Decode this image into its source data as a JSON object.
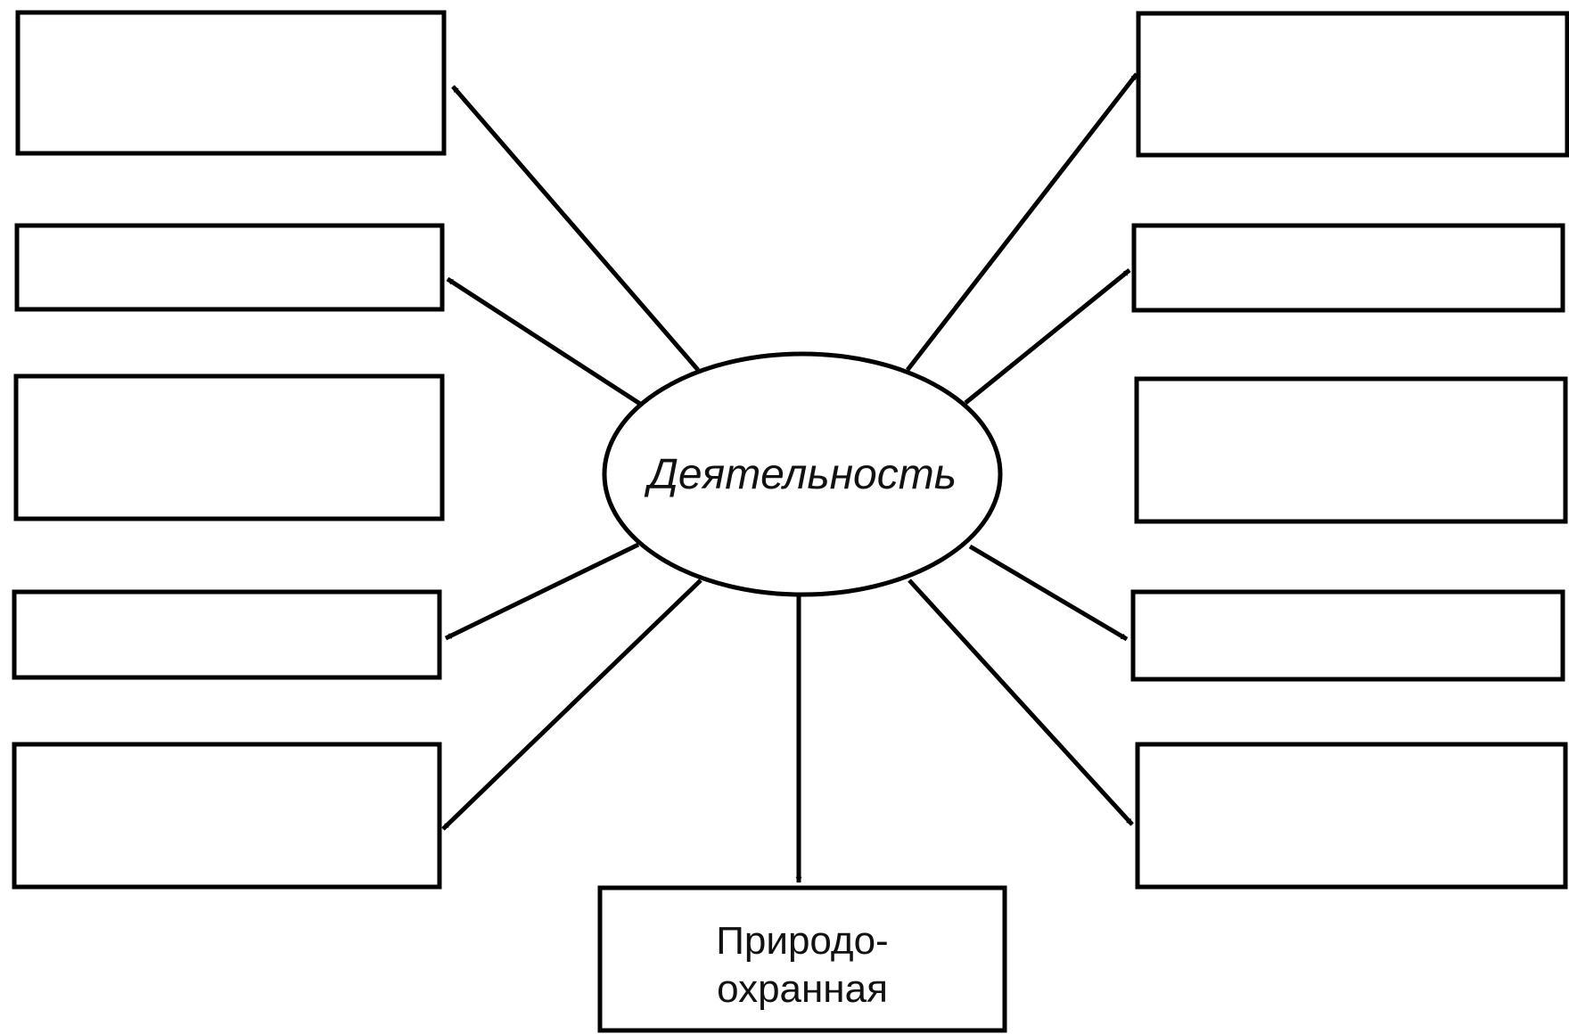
{
  "center": {
    "label": "Деятельность"
  },
  "bottom_box": {
    "line1": "Природо-",
    "line2": "охранная"
  },
  "left_boxes": [
    {
      "label": ""
    },
    {
      "label": ""
    },
    {
      "label": ""
    },
    {
      "label": ""
    },
    {
      "label": ""
    }
  ],
  "right_boxes": [
    {
      "label": ""
    },
    {
      "label": ""
    },
    {
      "label": ""
    },
    {
      "label": ""
    },
    {
      "label": ""
    }
  ],
  "colors": {
    "stroke": "#000000",
    "background": "#ffffff"
  }
}
